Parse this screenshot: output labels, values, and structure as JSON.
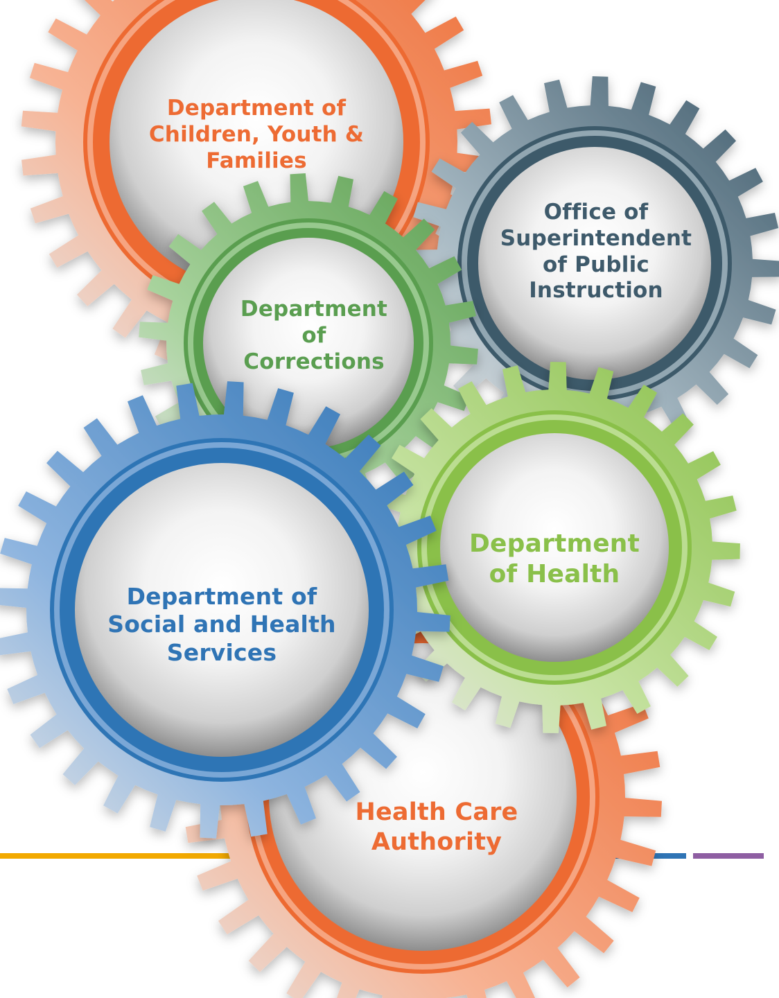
{
  "gears": [
    {
      "id": "dcyf",
      "lines": [
        "Department of",
        "Children, Youth &",
        "Families"
      ],
      "color": "#ed6b33",
      "color_light": "#f7b394"
    },
    {
      "id": "ospi",
      "lines": [
        "Office of",
        "Superintendent",
        "of Public",
        "Instruction"
      ],
      "color": "#3e5a6b",
      "color_light": "#a8bac4"
    },
    {
      "id": "doc",
      "lines": [
        "Department",
        "of",
        "Corrections"
      ],
      "color": "#5a9e50",
      "color_light": "#a8d39d"
    },
    {
      "id": "hca",
      "lines": [
        "Health Care",
        "Authority"
      ],
      "color": "#ed6b33",
      "color_light": "#f7b394"
    },
    {
      "id": "dshs",
      "lines": [
        "Department of",
        "Social and Health",
        "Services"
      ],
      "color": "#2f74b5",
      "color_light": "#8db4df"
    },
    {
      "id": "doh",
      "lines": [
        "Department",
        "of Health"
      ],
      "color": "#8ac04a",
      "color_light": "#c7e3a3"
    }
  ],
  "footer_bar": {
    "colors": [
      "#f2a900",
      "#8ac04a",
      "#2f74b5",
      "#8e5ea2"
    ]
  }
}
